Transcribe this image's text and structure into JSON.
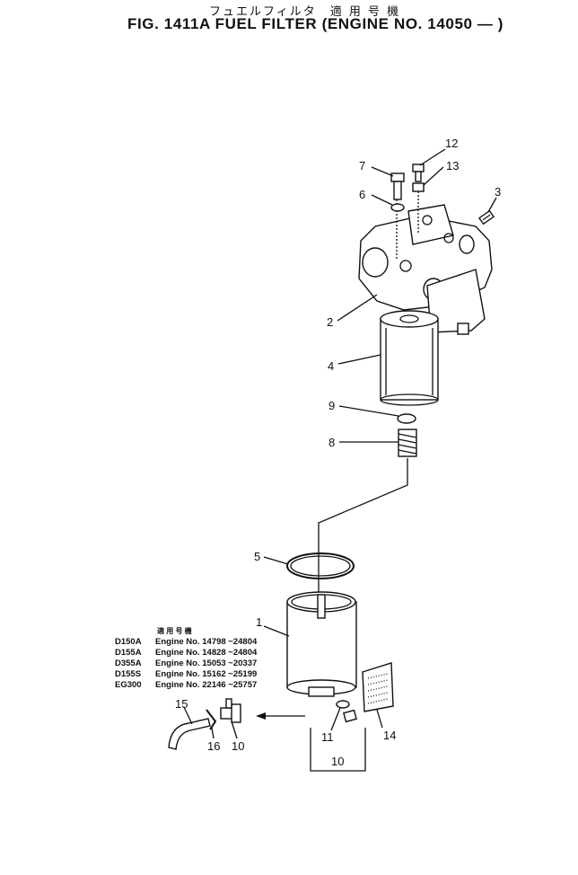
{
  "header": {
    "jp_title": "フュエルフィルタ　適 用 号 機",
    "title": "FIG. 1411A  FUEL FILTER (ENGINE NO. 14050 — )"
  },
  "callouts": [
    "7",
    "12",
    "13",
    "6",
    "3",
    "2",
    "4",
    "9",
    "8",
    "5",
    "1",
    "15",
    "16",
    "10",
    "11",
    "14",
    "10"
  ],
  "applicability": {
    "header": "適 用 号 機",
    "rows": [
      {
        "model": "D150A",
        "engine": "Engine No. 14798 ~24804"
      },
      {
        "model": "D155A",
        "engine": "Engine No. 14828 ~24804"
      },
      {
        "model": "D355A",
        "engine": "Engine No. 15053 ~20337"
      },
      {
        "model": "D155S",
        "engine": "Engine No. 15162 ~25199"
      },
      {
        "model": "EG300",
        "engine": "Engine No. 22146 ~25757"
      }
    ]
  }
}
